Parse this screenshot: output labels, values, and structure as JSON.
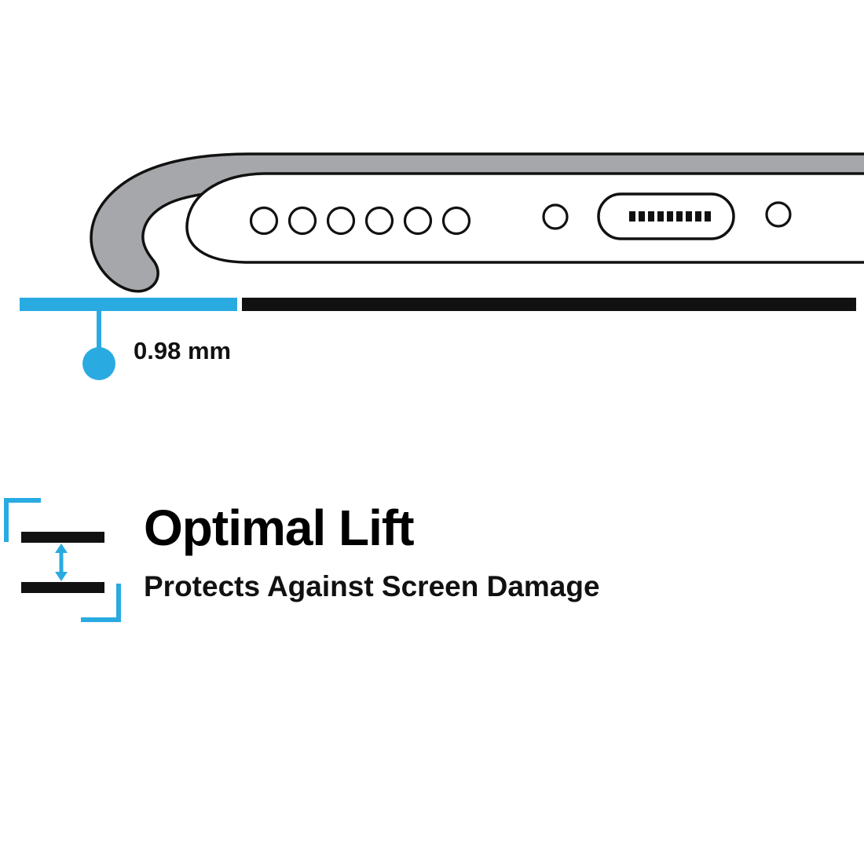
{
  "colors": {
    "accent_cyan": "#29ABE2",
    "ink_black": "#111111",
    "case_gray": "#A5A7AA",
    "background": "#FFFFFF"
  },
  "measurement": {
    "value": "0.98 mm"
  },
  "feature": {
    "title": "Optimal Lift",
    "subtitle": "Protects Against Screen Damage"
  },
  "illustration": {
    "name": "phone-bottom-edge-with-raised-case-lip",
    "speaker_hole_count": 6,
    "port_pin_count": 9
  },
  "icons": {
    "lift_icon": "double-arrow-between-two-bars-with-corner-brackets"
  }
}
